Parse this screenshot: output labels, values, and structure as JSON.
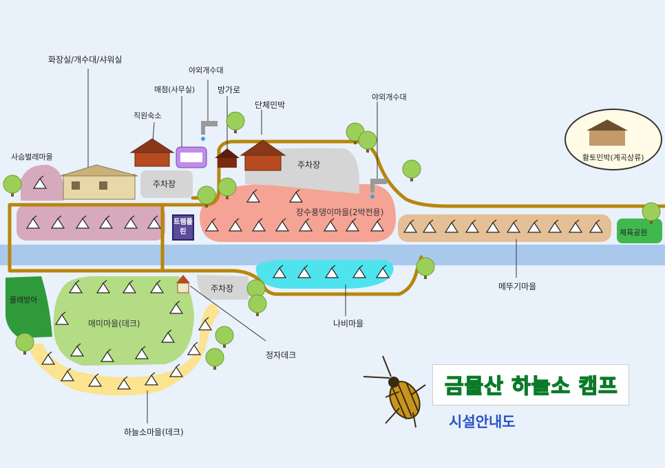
{
  "title": {
    "main": "금물산 하늘소 캠프",
    "sub": "시설안내도"
  },
  "labels": {
    "restroom": "화장실/개수대/샤워실",
    "outdoor_sink_1": "야외개수대",
    "store": "매점(사무실)",
    "bungalow": "방가로",
    "staff_housing": "직원숙소",
    "group_lodge": "단체민박",
    "outdoor_sink_2": "야외개수대",
    "sasum_village": "사슴벌레마을",
    "jangsu_village": "장수풍뎅이마을(2박전용)",
    "medugi_village": "메뚜기마을",
    "gym_park": "체육공원",
    "mulrae": "물레방아",
    "maemi_village": "매미마을(데크)",
    "nabi_village": "나비마을",
    "jeongja_deck": "정자데크",
    "haneulso_village": "하늘소마을(데크)",
    "trampoline": "트램플린",
    "hwangto": "황토민박(계곡상류)"
  },
  "parking": [
    "주차장",
    "주차장",
    "주차장"
  ],
  "colors": {
    "road": "#b8860b",
    "river": "#a9c9ec",
    "sasum": "#d7a9bd",
    "jangsu": "#f5a394",
    "medugi": "#e5bf95",
    "maemi": "#b3dc85",
    "haneulso": "#fbe38f",
    "nabi": "#4fe3ee",
    "parking": "#d5d5d5",
    "mulrae": "#2f9a3a",
    "gym": "#40b84d"
  }
}
